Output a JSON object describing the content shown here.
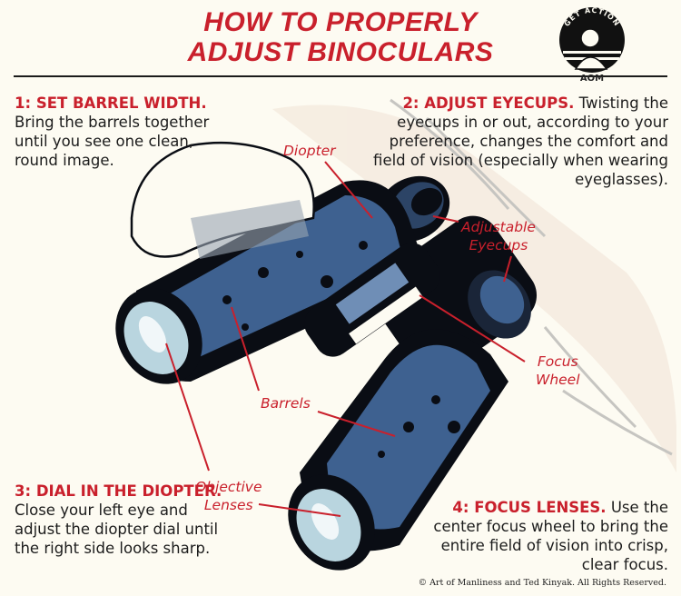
{
  "title": {
    "line1": "HOW TO PROPERLY",
    "line2": "ADJUST BINOCULARS"
  },
  "logo": {
    "top_text": "GET ACTION",
    "bottom_text": "AOM"
  },
  "steps": [
    {
      "head": "1: SET BARREL WIDTH.",
      "body": "Bring the barrels together until you see one clean, round image."
    },
    {
      "head": "2: ADJUST EYECUPS.",
      "body": "Twisting the eyecups in or out, according to your preference, changes the comfort and field of vision (especially when wearing eyeglasses)."
    },
    {
      "head": "3: DIAL IN THE DIOPTER.",
      "body": "Close your left eye and adjust the diopter dial until the right side looks sharp."
    },
    {
      "head": "4: FOCUS LENSES.",
      "body": "Use the center focus wheel to bring the entire field of vision into crisp, clear focus."
    }
  ],
  "labels": {
    "diopter": "Diopter",
    "eyecups_1": "Adjustable",
    "eyecups_2": "Eyecups",
    "focus_1": "Focus",
    "focus_2": "Wheel",
    "barrels": "Barrels",
    "objective_1": "Objective",
    "objective_2": "Lenses"
  },
  "copyright": "© Art of Manliness and Ted Kinyak. All Rights Reserved.",
  "colors": {
    "accent_red": "#c9202c",
    "background": "#fdfbf2",
    "binocular_blue": "#3e6190",
    "ink": "#0a0d14"
  }
}
